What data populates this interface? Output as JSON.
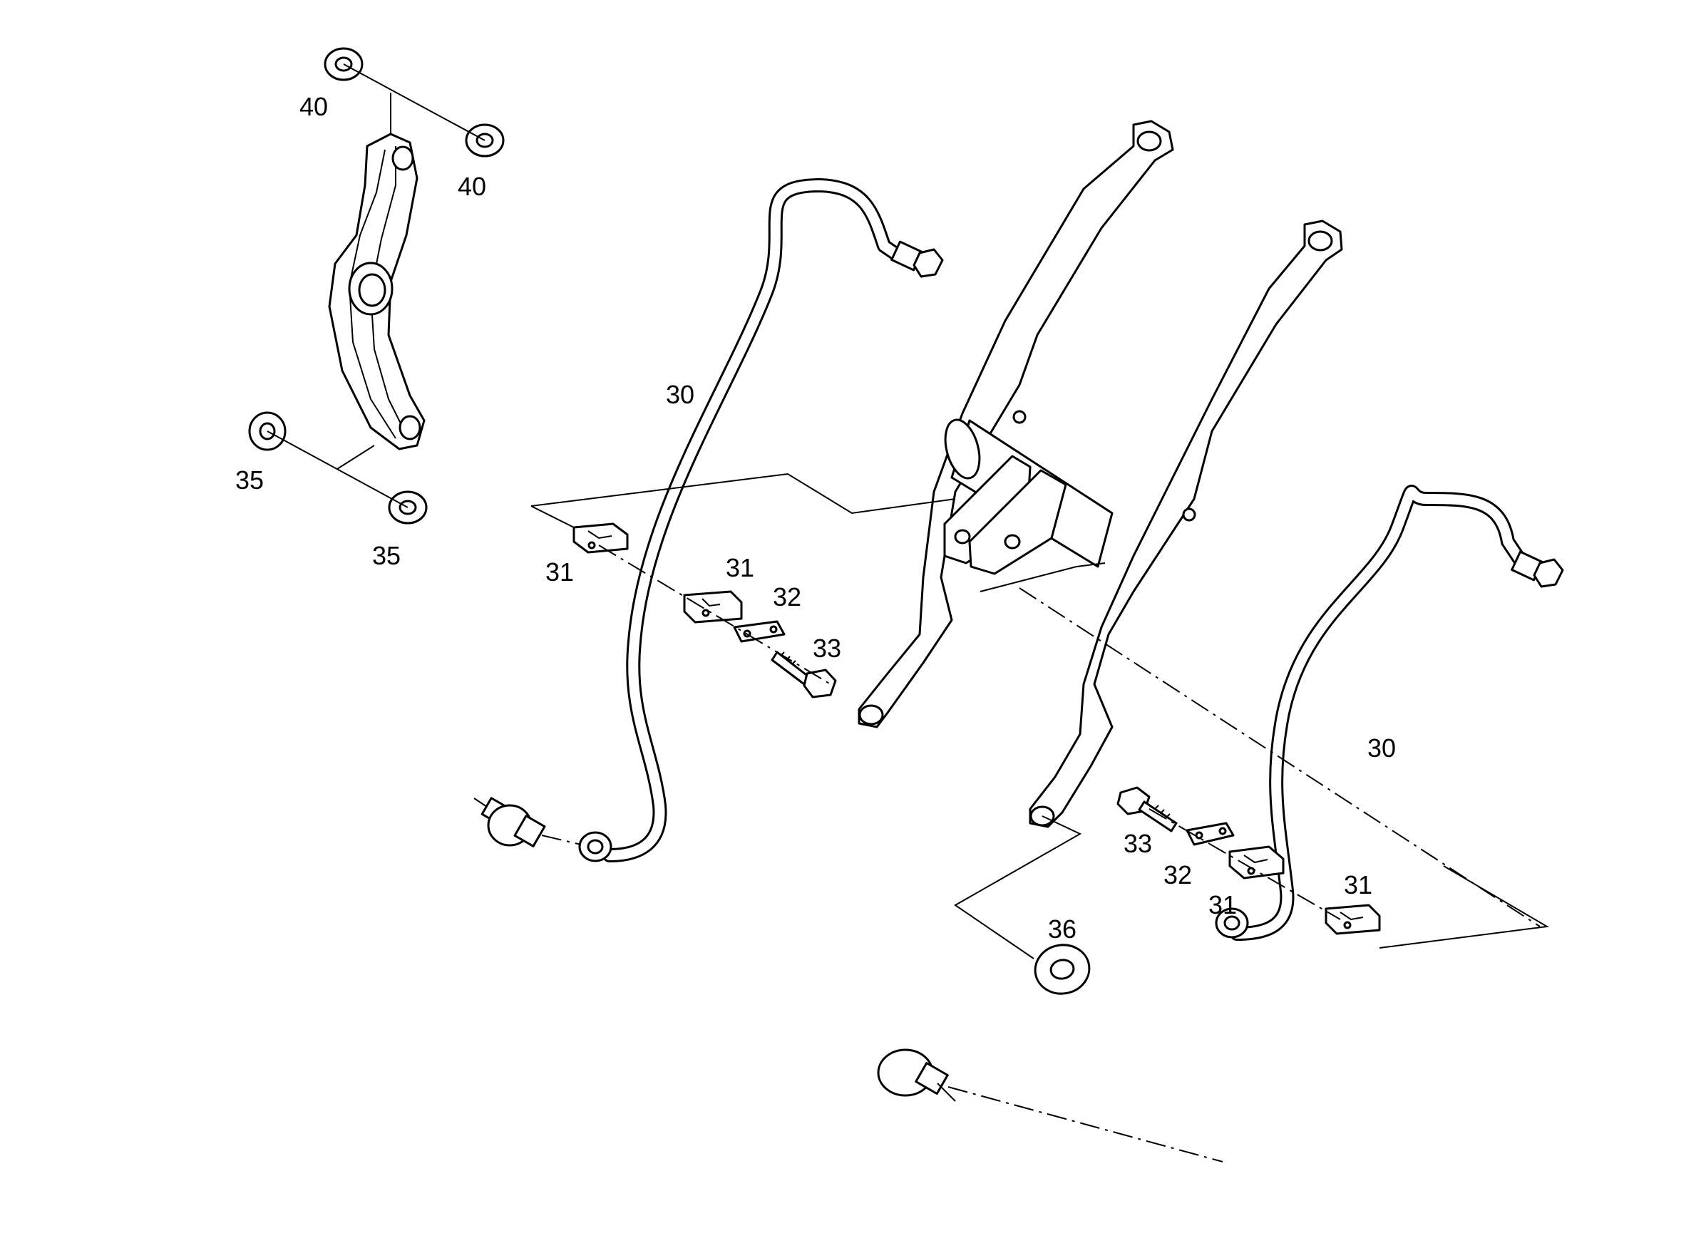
{
  "diagram": {
    "callouts": {
      "washer_40_top": "40",
      "washer_40_right": "40",
      "washer_35_left": "35",
      "washer_35_bottom": "35",
      "hose_30_left": "30",
      "hose_30_right": "30",
      "clamp_31_a": "31",
      "clamp_31_b": "31",
      "clamp_31_c": "31",
      "clamp_31_d": "31",
      "plate_32_left": "32",
      "plate_32_right": "32",
      "bolt_33_left": "33",
      "bolt_33_right": "33",
      "washer_36": "36"
    },
    "colors": {
      "line": "#000000",
      "background": "#ffffff"
    }
  }
}
